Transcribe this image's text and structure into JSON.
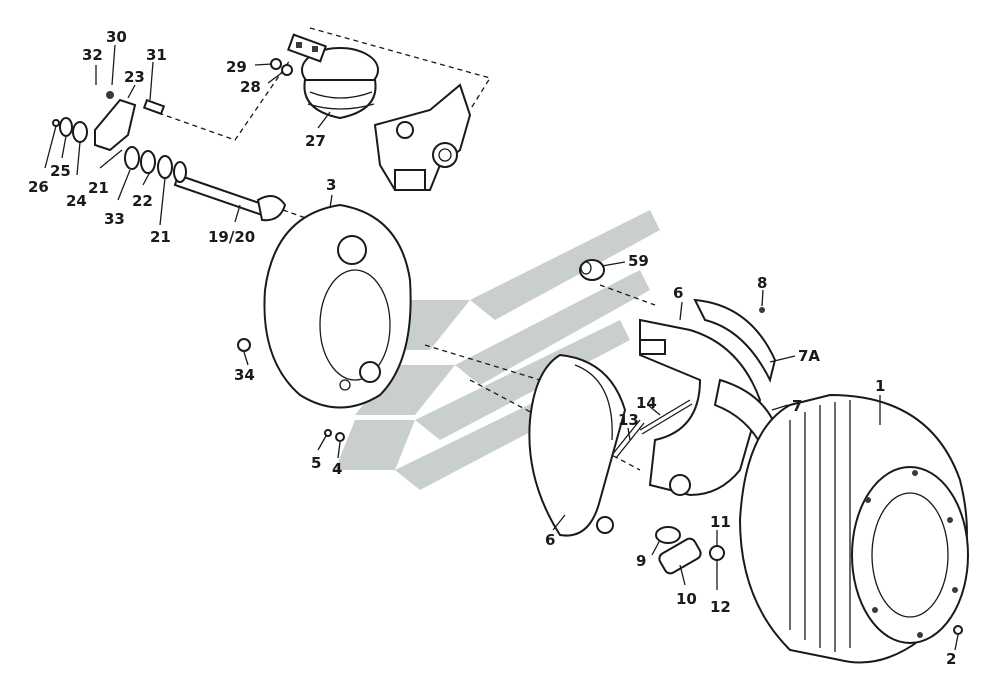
{
  "colors": {
    "ink": "#1a1a1a",
    "watermark": "#c9d0cc",
    "background": "#ffffff"
  },
  "logo": {
    "name": "watermark-logo"
  },
  "callouts": [
    {
      "id": "30",
      "text": "30"
    },
    {
      "id": "32",
      "text": "32"
    },
    {
      "id": "31",
      "text": "31"
    },
    {
      "id": "23",
      "text": "23"
    },
    {
      "id": "29",
      "text": "29"
    },
    {
      "id": "28",
      "text": "28"
    },
    {
      "id": "27",
      "text": "27"
    },
    {
      "id": "26",
      "text": "26"
    },
    {
      "id": "25",
      "text": "25"
    },
    {
      "id": "24",
      "text": "24"
    },
    {
      "id": "21a",
      "text": "21"
    },
    {
      "id": "33",
      "text": "33"
    },
    {
      "id": "22",
      "text": "22"
    },
    {
      "id": "21b",
      "text": "21"
    },
    {
      "id": "19_20",
      "text": "19/20"
    },
    {
      "id": "3",
      "text": "3"
    },
    {
      "id": "59",
      "text": "59"
    },
    {
      "id": "34",
      "text": "34"
    },
    {
      "id": "5",
      "text": "5"
    },
    {
      "id": "4",
      "text": "4"
    },
    {
      "id": "6a",
      "text": "6"
    },
    {
      "id": "8",
      "text": "8"
    },
    {
      "id": "7A",
      "text": "7A"
    },
    {
      "id": "7",
      "text": "7"
    },
    {
      "id": "1",
      "text": "1"
    },
    {
      "id": "14",
      "text": "14"
    },
    {
      "id": "13",
      "text": "13"
    },
    {
      "id": "6b",
      "text": "6"
    },
    {
      "id": "9",
      "text": "9"
    },
    {
      "id": "10",
      "text": "10"
    },
    {
      "id": "11",
      "text": "11"
    },
    {
      "id": "12",
      "text": "12"
    },
    {
      "id": "2",
      "text": "2"
    }
  ]
}
